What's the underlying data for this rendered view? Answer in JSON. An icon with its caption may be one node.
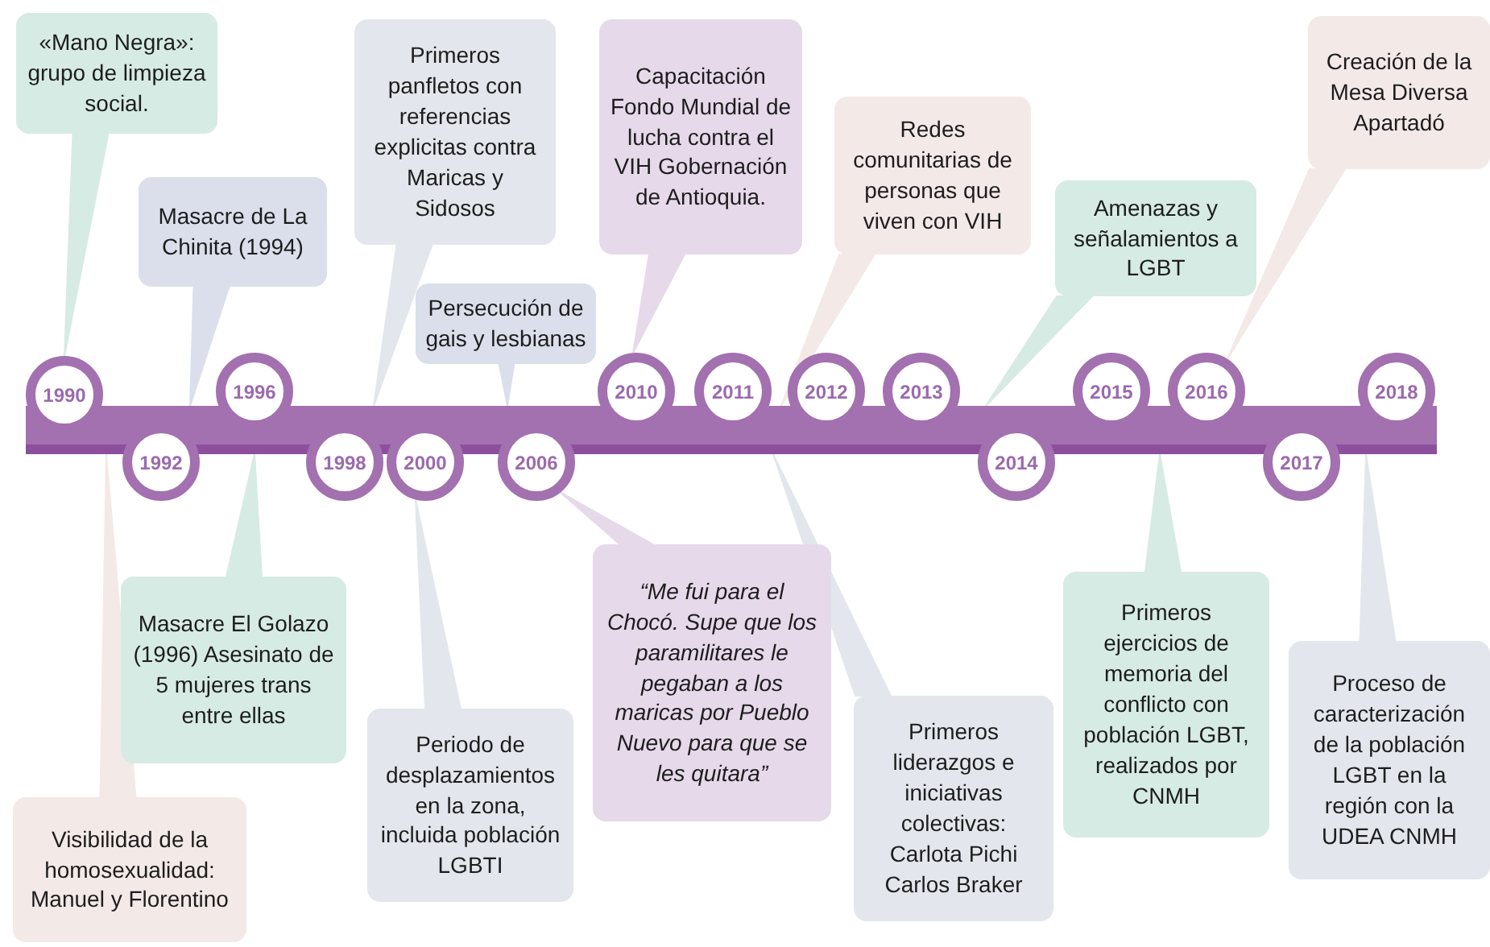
{
  "diagram": {
    "nodes": [
      {
        "text": [],
        "shape": "bar"
      },
      {
        "text": [
          "1990"
        ]
      },
      {
        "text": [
          "1992"
        ]
      },
      {
        "text": [
          "1996"
        ]
      },
      {
        "text": [
          "1998"
        ]
      },
      {
        "text": [
          "2000"
        ]
      },
      {
        "text": [
          "2006"
        ]
      },
      {
        "text": [
          "2010"
        ]
      },
      {
        "text": [
          "2011"
        ]
      },
      {
        "text": [
          "2012"
        ]
      },
      {
        "text": [
          "2013"
        ]
      },
      {
        "text": [
          "2014"
        ]
      },
      {
        "text": [
          "2015"
        ]
      },
      {
        "text": [
          "2016"
        ]
      },
      {
        "text": [
          "2017"
        ]
      },
      {
        "text": [
          "2018"
        ]
      },
      {
        "text": [
          "«Mano Negra»: grupo de limpieza social."
        ]
      },
      {
        "text": [
          "Masacre de La Chinita (1994)"
        ]
      },
      {
        "text": [
          "Primeros panfletos con referencias explicitas contra Maricas y Sidosos"
        ]
      },
      {
        "text": [
          "Persecución de gais y lesbianas"
        ]
      },
      {
        "text": [
          "Capacitación Fondo Mundial de lucha contra el VIH Gobernación de Antioquia."
        ]
      },
      {
        "text": [
          "Redes comunitarias de personas que viven con VIH"
        ]
      },
      {
        "text": [
          "Amenazas y señalamientos a LGBT"
        ]
      },
      {
        "text": [
          "Creación de la Mesa Diversa Apartadó"
        ]
      },
      {
        "text": [
          "Visibilidad de la homosexualidad: Manuel y Florentino"
        ]
      },
      {
        "text": [
          "Masacre El Golazo (1996) Asesinato de 5 mujeres trans entre ellas"
        ]
      },
      {
        "text": [
          "Periodo de desplazamientos en la zona, incluida población LGBTI"
        ]
      },
      {
        "text": [
          "“Me fui para el Chocó. Supe que los paramilitares le pegaban a los maricas por Pueblo Nuevo para que se les quitara”"
        ]
      },
      {
        "text": [
          "Primeros liderazgos e iniciativas colectivas: Carlota Pichi Carlos Braker"
        ]
      },
      {
        "text": [
          "Primeros ejercicios de memoria del conflicto con población LGBT, realizados por CNMH"
        ]
      },
      {
        "text": [
          "Proceso de caracterización de la población LGBT en la región con la UDEA CNMH"
        ]
      }
    ],
    "edges": [
      {
        "from": 16,
        "to": 1,
        "arrow": "none"
      },
      {
        "from": 17,
        "to": 0,
        "arrow": "none"
      },
      {
        "from": 18,
        "to": 0,
        "arrow": "none"
      },
      {
        "from": 19,
        "to": 0,
        "arrow": "none"
      },
      {
        "from": 20,
        "to": 7,
        "arrow": "none"
      },
      {
        "from": 21,
        "to": 0,
        "arrow": "none"
      },
      {
        "from": 22,
        "to": 0,
        "arrow": "none"
      },
      {
        "from": 23,
        "to": 13,
        "arrow": "none"
      },
      {
        "from": 24,
        "to": 0,
        "arrow": "none"
      },
      {
        "from": 25,
        "to": 0,
        "arrow": "none"
      },
      {
        "from": 26,
        "to": 5,
        "arrow": "none"
      },
      {
        "from": 27,
        "to": 6,
        "arrow": "none"
      },
      {
        "from": 28,
        "to": 0,
        "arrow": "none"
      },
      {
        "from": 29,
        "to": 0,
        "arrow": "none"
      },
      {
        "from": 30,
        "to": 0,
        "arrow": "none"
      }
    ]
  }
}
